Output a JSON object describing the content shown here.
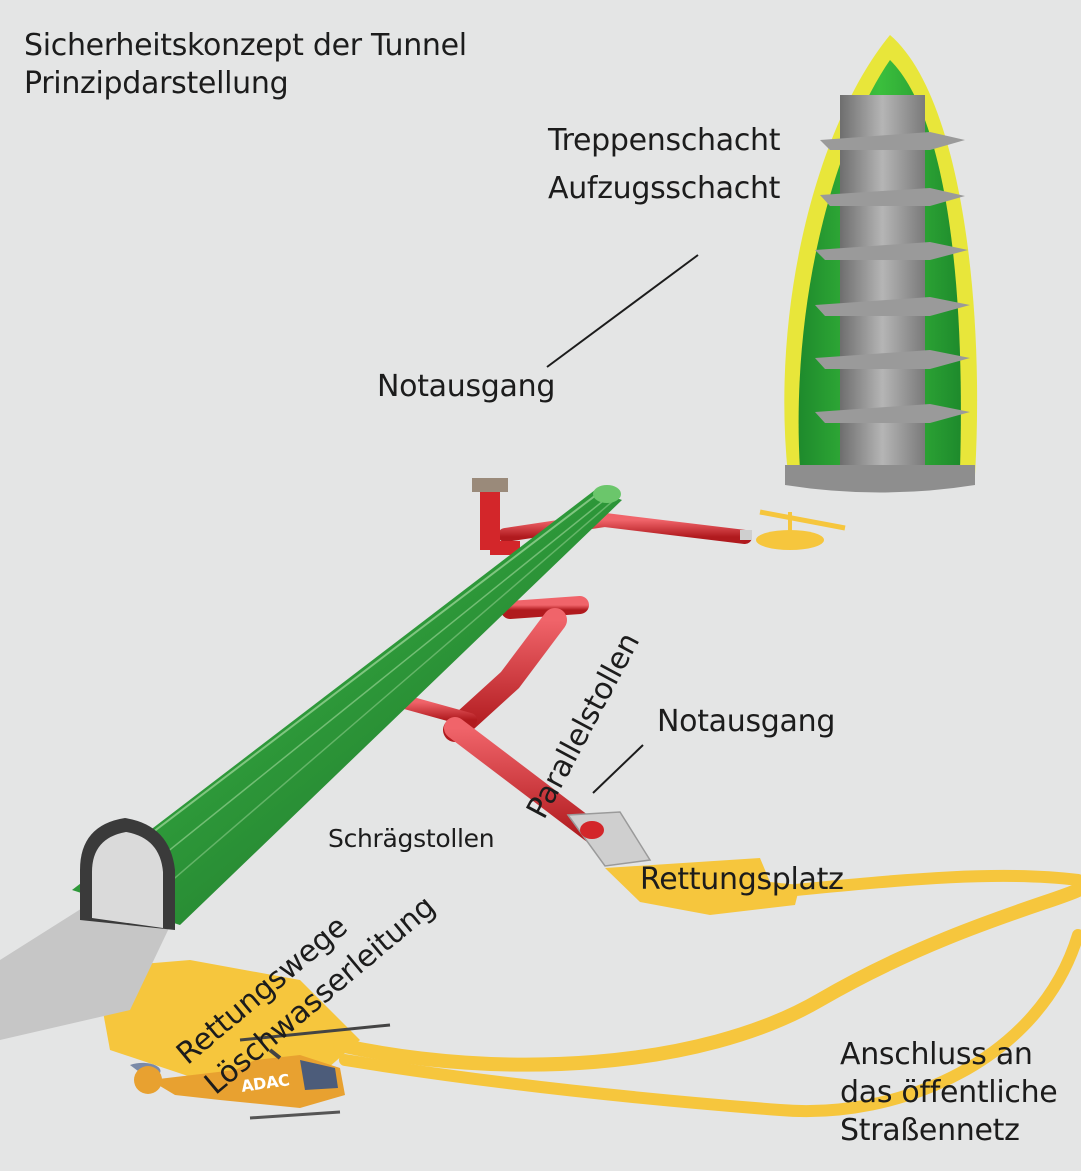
{
  "title": {
    "line1": "Sicherheitskonzept der Tunnel",
    "line2": "Prinzipdarstellung"
  },
  "labels": {
    "treppenschacht": "Treppenschacht",
    "aufzugsschacht": "Aufzugsschacht",
    "notausgang_top": "Notausgang",
    "notausgang_mid": "Notausgang",
    "parallelstollen": "Parallelstollen",
    "schraegstollen": "Schrägstollen",
    "rettungsplatz": "Rettungsplatz",
    "rettungswege": "Rettungswege",
    "loeschwasserleitung": "Löschwasserleitung",
    "anschluss_line1": "Anschluss an",
    "anschluss_line2": "das öffentliche",
    "anschluss_line3": "Straßennetz",
    "helicopter_text": "ADAC"
  },
  "colors": {
    "background": "#e4e5e5",
    "tunnel_green": "#2e9a3a",
    "gallery_red": "#d3262a",
    "road_yellow": "#f6c63d",
    "shaft_yellow": "#e8e63a",
    "shaft_gray": "#8e8e8e"
  },
  "icons": {
    "helicopter": "helicopter-icon",
    "helipad": "helipad-icon"
  }
}
